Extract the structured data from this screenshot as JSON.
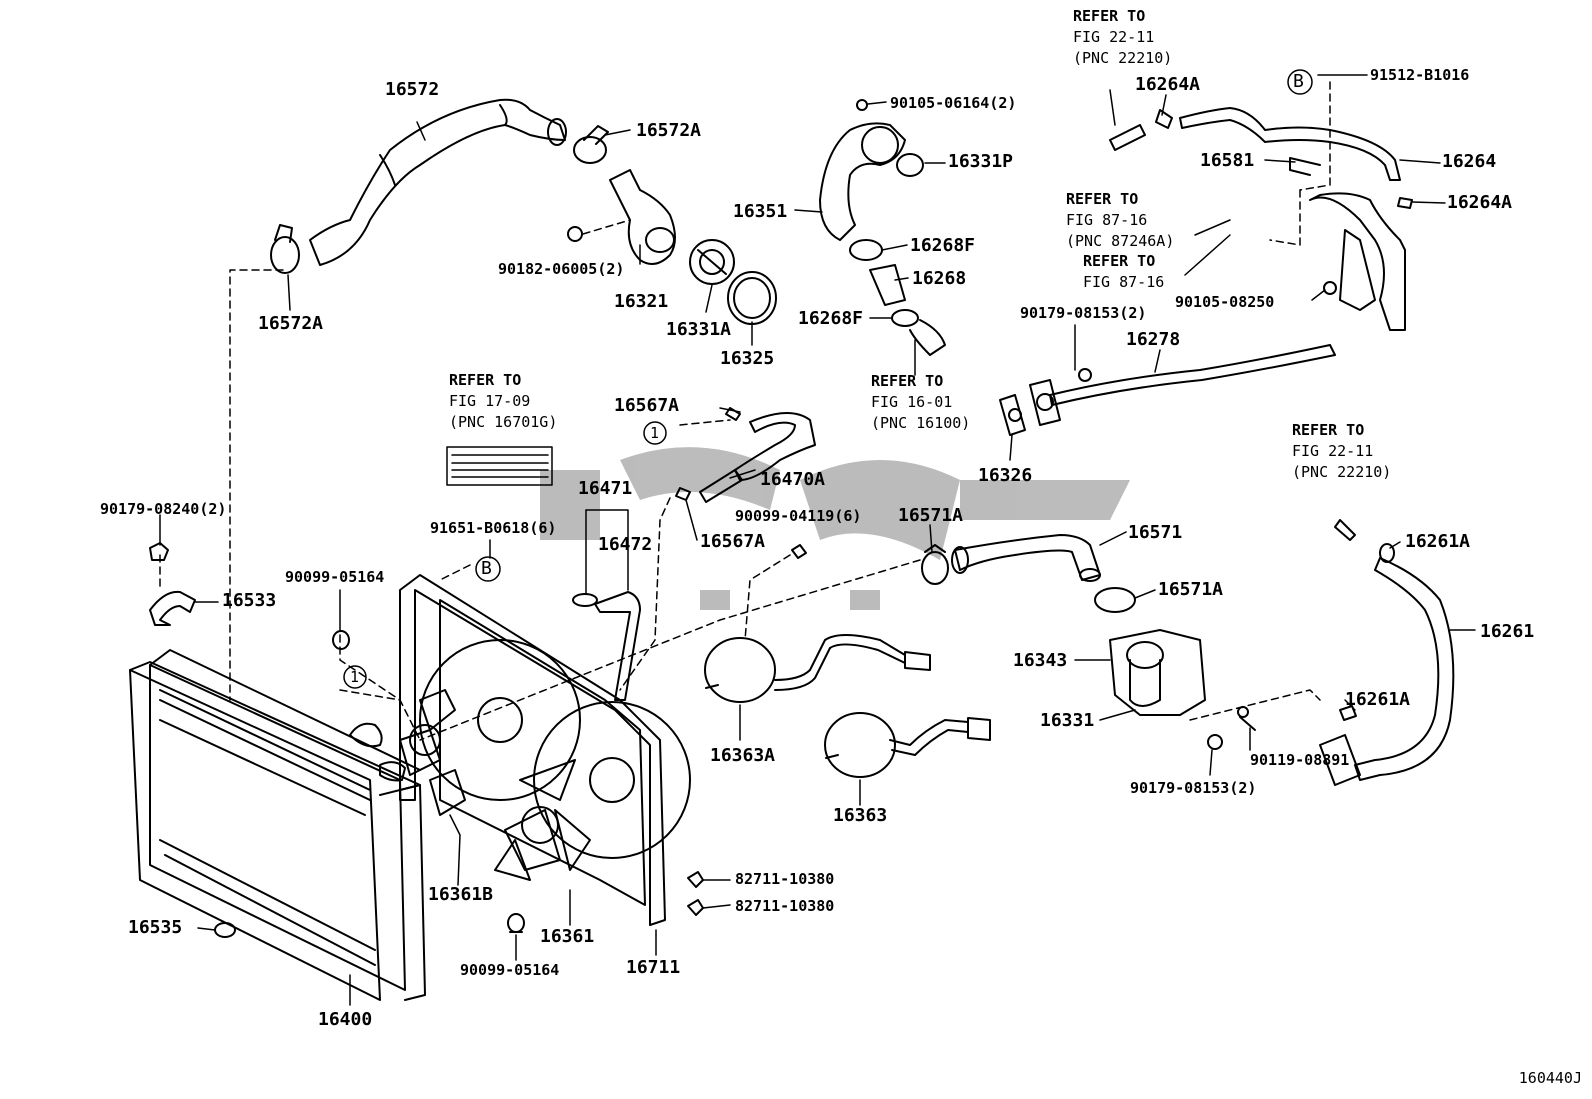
{
  "diagram_code": "160440J",
  "parts": {
    "p16572": "16572",
    "p16572A_top": "16572A",
    "p16572A_left": "16572A",
    "p90182": "90182-06005(2)",
    "p16321": "16321",
    "p16331A": "16331A",
    "p16325": "16325",
    "p90105_06164": "90105-06164(2)",
    "p16331P": "16331P",
    "p16351": "16351",
    "p16268F_a": "16268F",
    "p16268": "16268",
    "p16268F_b": "16268F",
    "p16264A_top": "16264A",
    "p91512": "91512-B1016",
    "p16581": "16581",
    "p16264": "16264",
    "p16264A_right": "16264A",
    "p90105_08250": "90105-08250",
    "p90179_08153_top": "90179-08153(2)",
    "p16278": "16278",
    "p16326": "16326",
    "p16567A_top": "16567A",
    "p16470A": "16470A",
    "p16471": "16471",
    "p16472": "16472",
    "p16567A_mid": "16567A",
    "p90099_04119": "90099-04119(6)",
    "p16571A_top": "16571A",
    "p16571": "16571",
    "p16571A_bot": "16571A",
    "p16261A_top": "16261A",
    "p16261": "16261",
    "p16261A_mid": "16261A",
    "p90179_08240": "90179-08240(2)",
    "p91651": "91651-B0618(6)",
    "p90099_05164_top": "90099-05164",
    "p16533": "16533",
    "p16343": "16343",
    "p16331": "16331",
    "p90119": "90119-08891",
    "p90179_08153_bot": "90179-08153(2)",
    "p16363A": "16363A",
    "p16363": "16363",
    "p16361B": "16361B",
    "p16361": "16361",
    "p16711": "16711",
    "p82711_a": "82711-10380",
    "p82711_b": "82711-10380",
    "p16535": "16535",
    "p16400": "16400",
    "p90099_05164_bot": "90099-05164"
  },
  "refs": {
    "r1": [
      "REFER TO",
      "FIG 22-11",
      "(PNC 22210)"
    ],
    "r2": [
      "REFER TO",
      "FIG 87-16",
      "(PNC 87246A)"
    ],
    "r3": [
      "REFER TO",
      "FIG 87-16"
    ],
    "r4": [
      "REFER TO",
      "FIG 16-01",
      "(PNC 16100)"
    ],
    "r5": [
      "REFER TO",
      "FIG 17-09",
      "(PNC 16701G)"
    ],
    "r6": [
      "REFER TO",
      "FIG 22-11",
      "(PNC 22210)"
    ]
  },
  "markers": {
    "b_top": "B",
    "b_mid": "B",
    "one_top": "1",
    "one_left": "1"
  }
}
